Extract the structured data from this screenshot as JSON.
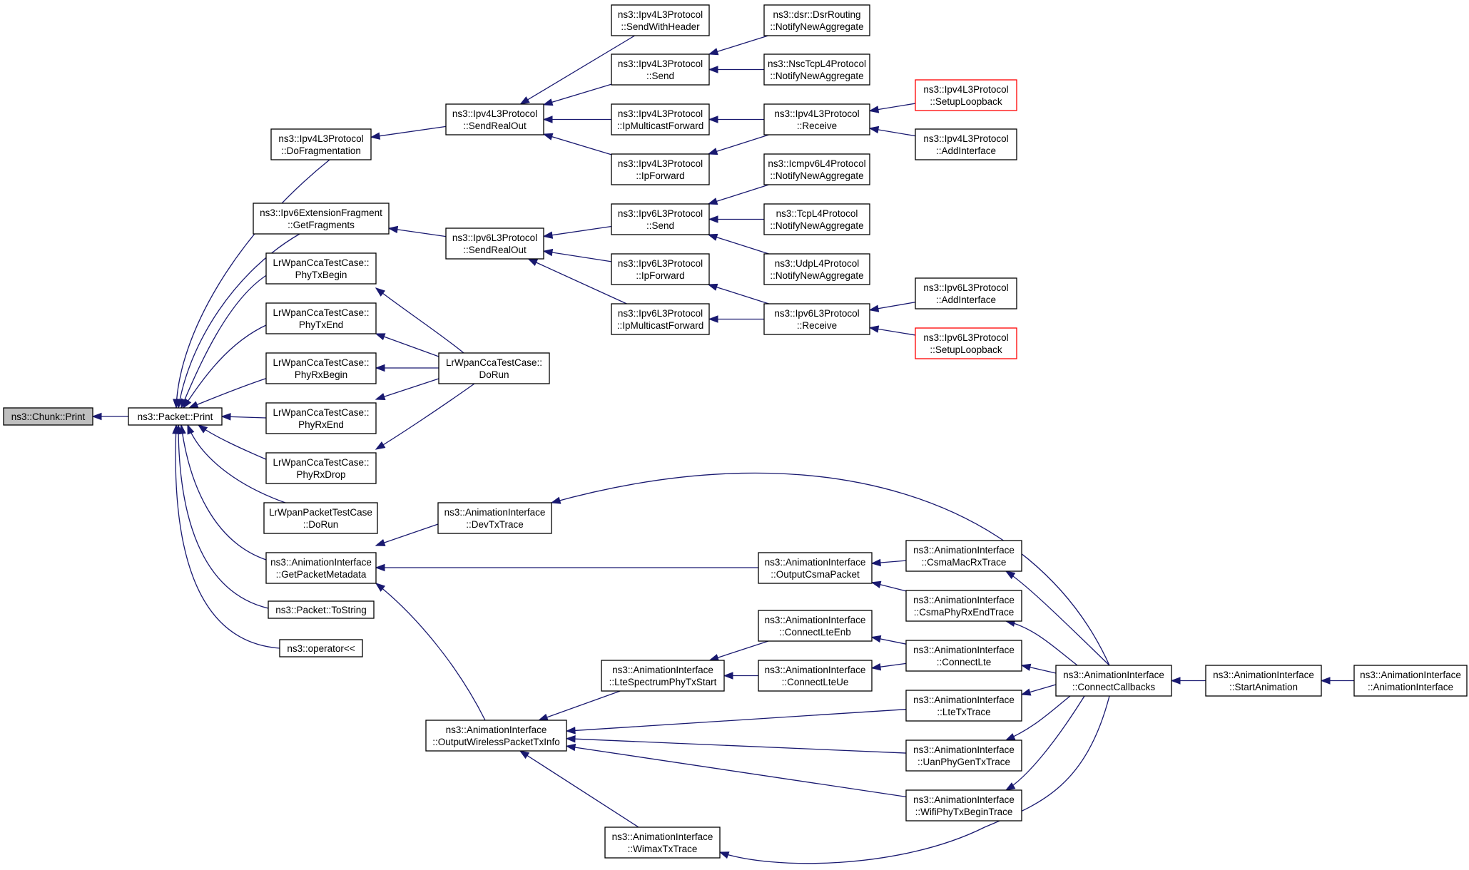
{
  "graph": {
    "root": "n_chunk_print",
    "edge_color": "#191970",
    "nodes": [
      {
        "id": "n_chunk_print",
        "lines": [
          "ns3::Chunk::Print"
        ],
        "style": "root"
      },
      {
        "id": "n_packet_print",
        "lines": [
          "ns3::Packet::Print"
        ]
      },
      {
        "id": "n_dofrag",
        "lines": [
          "ns3::Ipv4L3Protocol",
          "::DoFragmentation"
        ]
      },
      {
        "id": "n_ipv6ext",
        "lines": [
          "ns3::Ipv6ExtensionFragment",
          "::GetFragments"
        ]
      },
      {
        "id": "n_phytxbegin",
        "lines": [
          "LrWpanCcaTestCase::",
          "PhyTxBegin"
        ]
      },
      {
        "id": "n_phytxend",
        "lines": [
          "LrWpanCcaTestCase::",
          "PhyTxEnd"
        ]
      },
      {
        "id": "n_phyrxbegin",
        "lines": [
          "LrWpanCcaTestCase::",
          "PhyRxBegin"
        ]
      },
      {
        "id": "n_phyrxend",
        "lines": [
          "LrWpanCcaTestCase::",
          "PhyRxEnd"
        ]
      },
      {
        "id": "n_phyrxdrop",
        "lines": [
          "LrWpanCcaTestCase::",
          "PhyRxDrop"
        ]
      },
      {
        "id": "n_lrwpanpkt",
        "lines": [
          "LrWpanPacketTestCase",
          "::DoRun"
        ]
      },
      {
        "id": "n_getpktmeta",
        "lines": [
          "ns3::AnimationInterface",
          "::GetPacketMetadata"
        ]
      },
      {
        "id": "n_tostring",
        "lines": [
          "ns3::Packet::ToString"
        ]
      },
      {
        "id": "n_operator",
        "lines": [
          "ns3::operator<<"
        ]
      },
      {
        "id": "n_v4sendrealout",
        "lines": [
          "ns3::Ipv4L3Protocol",
          "::SendRealOut"
        ]
      },
      {
        "id": "n_v6sendrealout",
        "lines": [
          "ns3::Ipv6L3Protocol",
          "::SendRealOut"
        ]
      },
      {
        "id": "n_ccadorun",
        "lines": [
          "LrWpanCcaTestCase::",
          "DoRun"
        ]
      },
      {
        "id": "n_devtxtrace",
        "lines": [
          "ns3::AnimationInterface",
          "::DevTxTrace"
        ]
      },
      {
        "id": "n_outwireless",
        "lines": [
          "ns3::AnimationInterface",
          "::OutputWirelessPacketTxInfo"
        ]
      },
      {
        "id": "n_v4sendwh",
        "lines": [
          "ns3::Ipv4L3Protocol",
          "::SendWithHeader"
        ]
      },
      {
        "id": "n_v4send",
        "lines": [
          "ns3::Ipv4L3Protocol",
          "::Send"
        ]
      },
      {
        "id": "n_v4mcast",
        "lines": [
          "ns3::Ipv4L3Protocol",
          "::IpMulticastForward"
        ]
      },
      {
        "id": "n_v4fwd",
        "lines": [
          "ns3::Ipv4L3Protocol",
          "::IpForward"
        ]
      },
      {
        "id": "n_v6send",
        "lines": [
          "ns3::Ipv6L3Protocol",
          "::Send"
        ]
      },
      {
        "id": "n_v6fwd",
        "lines": [
          "ns3::Ipv6L3Protocol",
          "::IpForward"
        ]
      },
      {
        "id": "n_v6mcast",
        "lines": [
          "ns3::Ipv6L3Protocol",
          "::IpMulticastForward"
        ]
      },
      {
        "id": "n_ltespectrum",
        "lines": [
          "ns3::AnimationInterface",
          "::LteSpectrumPhyTxStart"
        ]
      },
      {
        "id": "n_wimax",
        "lines": [
          "ns3::AnimationInterface",
          "::WimaxTxTrace"
        ]
      },
      {
        "id": "n_dsr",
        "lines": [
          "ns3::dsr::DsrRouting",
          "::NotifyNewAggregate"
        ]
      },
      {
        "id": "n_nsctcp",
        "lines": [
          "ns3::NscTcpL4Protocol",
          "::NotifyNewAggregate"
        ]
      },
      {
        "id": "n_v4receive",
        "lines": [
          "ns3::Ipv4L3Protocol",
          "::Receive"
        ]
      },
      {
        "id": "n_icmpv6",
        "lines": [
          "ns3::Icmpv6L4Protocol",
          "::NotifyNewAggregate"
        ]
      },
      {
        "id": "n_tcpl4",
        "lines": [
          "ns3::TcpL4Protocol",
          "::NotifyNewAggregate"
        ]
      },
      {
        "id": "n_udpl4",
        "lines": [
          "ns3::UdpL4Protocol",
          "::NotifyNewAggregate"
        ]
      },
      {
        "id": "n_v6receive",
        "lines": [
          "ns3::Ipv6L3Protocol",
          "::Receive"
        ]
      },
      {
        "id": "n_outcsma",
        "lines": [
          "ns3::AnimationInterface",
          "::OutputCsmaPacket"
        ]
      },
      {
        "id": "n_connlteenb",
        "lines": [
          "ns3::AnimationInterface",
          "::ConnectLteEnb"
        ]
      },
      {
        "id": "n_connlteue",
        "lines": [
          "ns3::AnimationInterface",
          "::ConnectLteUe"
        ]
      },
      {
        "id": "n_v4setuploop",
        "lines": [
          "ns3::Ipv4L3Protocol",
          "::SetupLoopback"
        ],
        "style": "red"
      },
      {
        "id": "n_v4addif",
        "lines": [
          "ns3::Ipv4L3Protocol",
          "::AddInterface"
        ]
      },
      {
        "id": "n_v6addif",
        "lines": [
          "ns3::Ipv6L3Protocol",
          "::AddInterface"
        ]
      },
      {
        "id": "n_v6setuploop",
        "lines": [
          "ns3::Ipv6L3Protocol",
          "::SetupLoopback"
        ],
        "style": "red"
      },
      {
        "id": "n_csmamacrx",
        "lines": [
          "ns3::AnimationInterface",
          "::CsmaMacRxTrace"
        ]
      },
      {
        "id": "n_csmaphyrxend",
        "lines": [
          "ns3::AnimationInterface",
          "::CsmaPhyRxEndTrace"
        ]
      },
      {
        "id": "n_connectlte",
        "lines": [
          "ns3::AnimationInterface",
          "::ConnectLte"
        ]
      },
      {
        "id": "n_ltetx",
        "lines": [
          "ns3::AnimationInterface",
          "::LteTxTrace"
        ]
      },
      {
        "id": "n_uanphygen",
        "lines": [
          "ns3::AnimationInterface",
          "::UanPhyGenTxTrace"
        ]
      },
      {
        "id": "n_wifiphytx",
        "lines": [
          "ns3::AnimationInterface",
          "::WifiPhyTxBeginTrace"
        ]
      },
      {
        "id": "n_connectcb",
        "lines": [
          "ns3::AnimationInterface",
          "::ConnectCallbacks"
        ]
      },
      {
        "id": "n_startanim",
        "lines": [
          "ns3::AnimationInterface",
          "::StartAnimation"
        ]
      },
      {
        "id": "n_animiface",
        "lines": [
          "ns3::AnimationInterface",
          "::AnimationInterface"
        ]
      }
    ],
    "edges": [
      [
        "n_packet_print",
        "n_chunk_print"
      ],
      [
        "n_dofrag",
        "n_packet_print"
      ],
      [
        "n_ipv6ext",
        "n_packet_print"
      ],
      [
        "n_phytxbegin",
        "n_packet_print"
      ],
      [
        "n_phytxend",
        "n_packet_print"
      ],
      [
        "n_phyrxbegin",
        "n_packet_print"
      ],
      [
        "n_phyrxend",
        "n_packet_print"
      ],
      [
        "n_phyrxdrop",
        "n_packet_print"
      ],
      [
        "n_lrwpanpkt",
        "n_packet_print"
      ],
      [
        "n_getpktmeta",
        "n_packet_print"
      ],
      [
        "n_tostring",
        "n_packet_print"
      ],
      [
        "n_operator",
        "n_packet_print"
      ],
      [
        "n_v4sendrealout",
        "n_dofrag"
      ],
      [
        "n_v6sendrealout",
        "n_ipv6ext"
      ],
      [
        "n_ccadorun",
        "n_phytxbegin"
      ],
      [
        "n_ccadorun",
        "n_phytxend"
      ],
      [
        "n_ccadorun",
        "n_phyrxbegin"
      ],
      [
        "n_ccadorun",
        "n_phyrxend"
      ],
      [
        "n_ccadorun",
        "n_phyrxdrop"
      ],
      [
        "n_devtxtrace",
        "n_getpktmeta"
      ],
      [
        "n_outcsma",
        "n_getpktmeta"
      ],
      [
        "n_outwireless",
        "n_getpktmeta"
      ],
      [
        "n_v4sendwh",
        "n_v4sendrealout"
      ],
      [
        "n_v4send",
        "n_v4sendrealout"
      ],
      [
        "n_v4mcast",
        "n_v4sendrealout"
      ],
      [
        "n_v4fwd",
        "n_v4sendrealout"
      ],
      [
        "n_v6send",
        "n_v6sendrealout"
      ],
      [
        "n_v6fwd",
        "n_v6sendrealout"
      ],
      [
        "n_v6mcast",
        "n_v6sendrealout"
      ],
      [
        "n_dsr",
        "n_v4send"
      ],
      [
        "n_nsctcp",
        "n_v4send"
      ],
      [
        "n_v4receive",
        "n_v4mcast"
      ],
      [
        "n_v4receive",
        "n_v4fwd"
      ],
      [
        "n_v4setuploop",
        "n_v4receive"
      ],
      [
        "n_v4addif",
        "n_v4receive"
      ],
      [
        "n_icmpv6",
        "n_v6send"
      ],
      [
        "n_tcpl4",
        "n_v6send"
      ],
      [
        "n_udpl4",
        "n_v6send"
      ],
      [
        "n_v6receive",
        "n_v6fwd"
      ],
      [
        "n_v6receive",
        "n_v6mcast"
      ],
      [
        "n_v6addif",
        "n_v6receive"
      ],
      [
        "n_v6setuploop",
        "n_v6receive"
      ],
      [
        "n_connectcb",
        "n_devtxtrace"
      ],
      [
        "n_csmamacrx",
        "n_outcsma"
      ],
      [
        "n_csmaphyrxend",
        "n_outcsma"
      ],
      [
        "n_ltespectrum",
        "n_outwireless"
      ],
      [
        "n_ltetx",
        "n_outwireless"
      ],
      [
        "n_uanphygen",
        "n_outwireless"
      ],
      [
        "n_wifiphytx",
        "n_outwireless"
      ],
      [
        "n_wimax",
        "n_outwireless"
      ],
      [
        "n_connlteenb",
        "n_ltespectrum"
      ],
      [
        "n_connlteue",
        "n_ltespectrum"
      ],
      [
        "n_connectlte",
        "n_connlteenb"
      ],
      [
        "n_connectlte",
        "n_connlteue"
      ],
      [
        "n_connectcb",
        "n_csmamacrx"
      ],
      [
        "n_connectcb",
        "n_csmaphyrxend"
      ],
      [
        "n_connectcb",
        "n_connectlte"
      ],
      [
        "n_connectcb",
        "n_ltetx"
      ],
      [
        "n_connectcb",
        "n_uanphygen"
      ],
      [
        "n_connectcb",
        "n_wifiphytx"
      ],
      [
        "n_connectcb",
        "n_wimax"
      ],
      [
        "n_startanim",
        "n_connectcb"
      ],
      [
        "n_animiface",
        "n_startanim"
      ]
    ]
  }
}
